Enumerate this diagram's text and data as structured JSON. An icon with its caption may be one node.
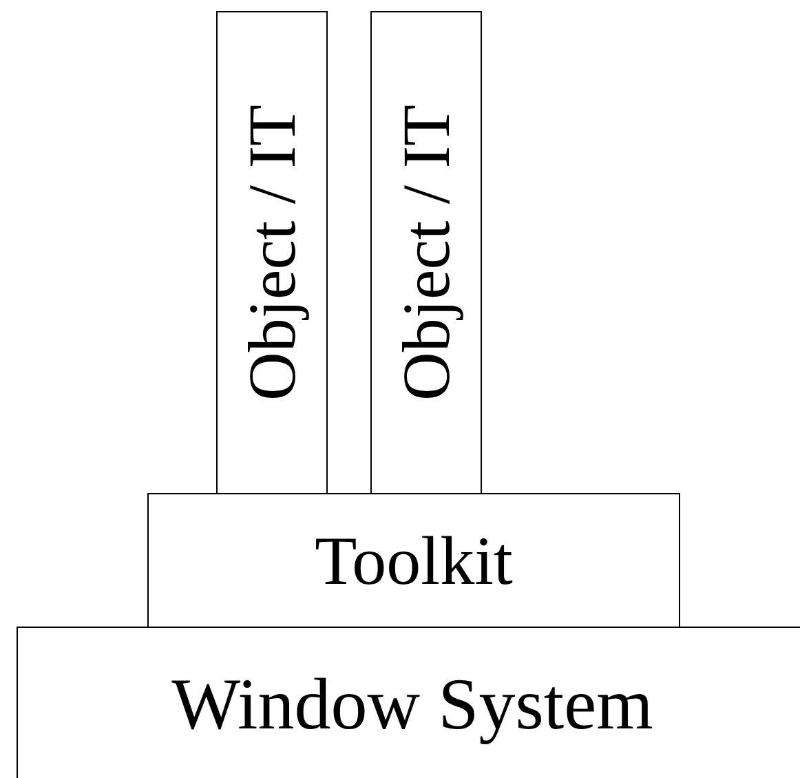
{
  "diagram": {
    "nodes": [
      {
        "text": [
          "Object / IT"
        ]
      },
      {
        "text": [
          "Object / IT"
        ]
      },
      {
        "text": [
          "Toolkit"
        ]
      },
      {
        "text": [
          "Window System"
        ]
      }
    ]
  }
}
